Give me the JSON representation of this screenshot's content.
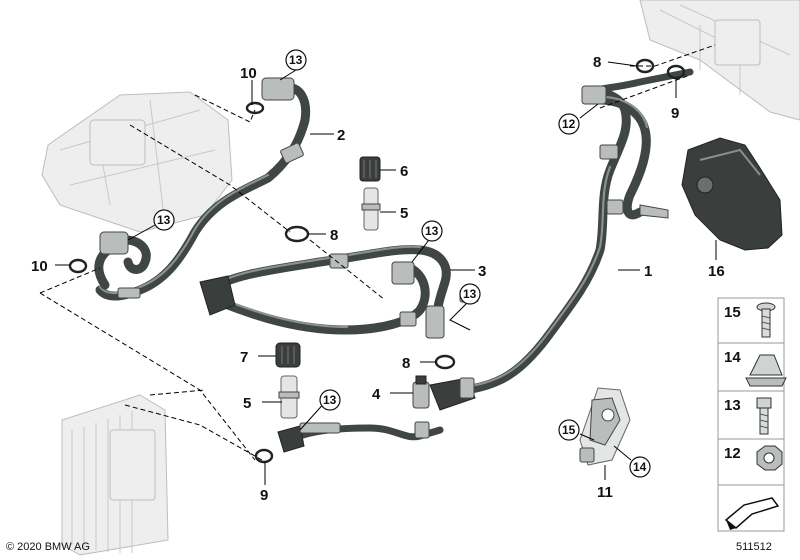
{
  "callouts": {
    "c1": "1",
    "c2": "2",
    "c3": "3",
    "c4": "4",
    "c5a": "5",
    "c5b": "5",
    "c6": "6",
    "c7": "7",
    "c8a": "8",
    "c8b": "8",
    "c8c": "8",
    "c9a": "9",
    "c9b": "9",
    "c10a": "10",
    "c10b": "10",
    "c11": "11",
    "c12": "12",
    "c13a": "13",
    "c13b": "13",
    "c13c": "13",
    "c13d": "13",
    "c13e": "13",
    "c14": "14",
    "c15": "15",
    "c16": "16"
  },
  "legend": {
    "l15": "15",
    "l14": "14",
    "l13": "13",
    "l12": "12"
  },
  "footer": {
    "copyright": "© 2020 BMW AG",
    "diagram_id": "511512"
  }
}
